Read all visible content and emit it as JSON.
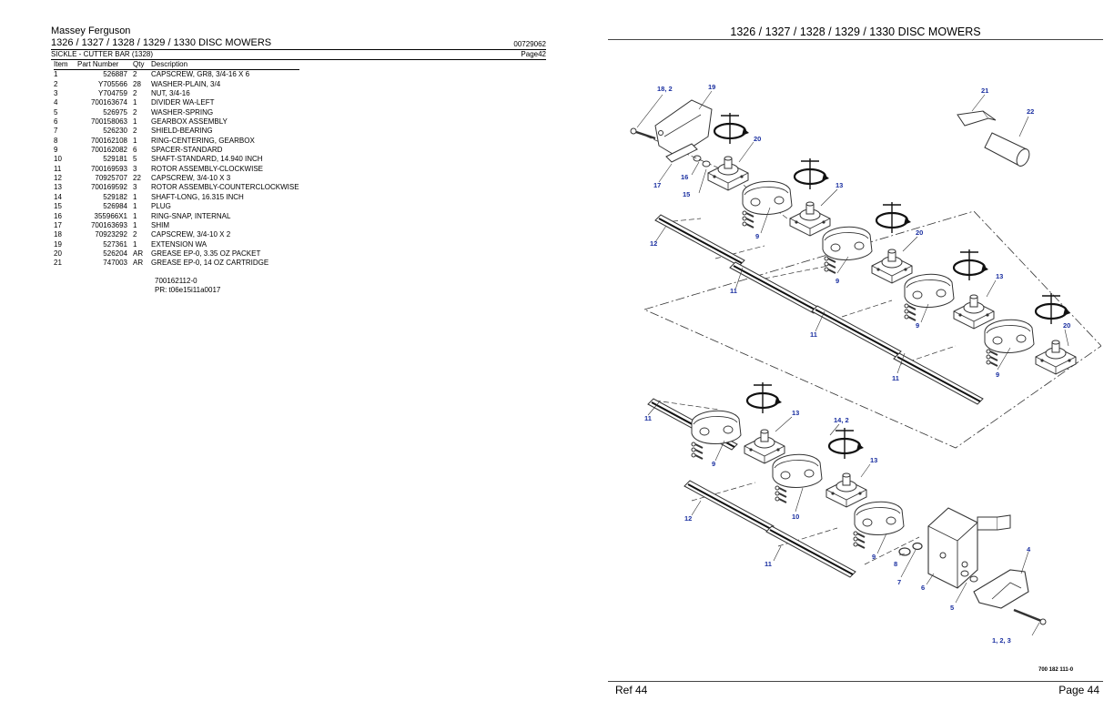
{
  "header": {
    "brand": "Massey Ferguson",
    "title": "1326 / 1327 / 1328 / 1329 / 1330 DISC MOWERS",
    "doc_number": "00729062",
    "section": "SICKLE - CUTTER BAR (1328)",
    "page_label": "Page42"
  },
  "table": {
    "columns": [
      "Item",
      "Part Number",
      "Qty",
      "Description"
    ],
    "rows": [
      [
        "1",
        "526887",
        "2",
        "CAPSCREW, GR8, 3/4-16 X 6"
      ],
      [
        "2",
        "Y705566",
        "28",
        "WASHER-PLAIN, 3/4"
      ],
      [
        "3",
        "Y704759",
        "2",
        "NUT, 3/4-16"
      ],
      [
        "4",
        "700163674",
        "1",
        "DIVIDER WA-LEFT"
      ],
      [
        "5",
        "526975",
        "2",
        "WASHER-SPRING"
      ],
      [
        "6",
        "700158063",
        "1",
        "GEARBOX ASSEMBLY"
      ],
      [
        "7",
        "526230",
        "2",
        "SHIELD-BEARING"
      ],
      [
        "8",
        "700162108",
        "1",
        "RING-CENTERING, GEARBOX"
      ],
      [
        "9",
        "700162082",
        "6",
        "SPACER-STANDARD"
      ],
      [
        "10",
        "529181",
        "5",
        "SHAFT-STANDARD, 14.940 INCH"
      ],
      [
        "11",
        "700169593",
        "3",
        "ROTOR ASSEMBLY-CLOCKWISE"
      ],
      [
        "12",
        "70925707",
        "22",
        "CAPSCREW, 3/4-10 X 3"
      ],
      [
        "13",
        "700169592",
        "3",
        "ROTOR ASSEMBLY-COUNTERCLOCKWISE"
      ],
      [
        "14",
        "529182",
        "1",
        "SHAFT-LONG, 16.315 INCH"
      ],
      [
        "15",
        "526984",
        "1",
        "PLUG"
      ],
      [
        "16",
        "355966X1",
        "1",
        "RING-SNAP, INTERNAL"
      ],
      [
        "17",
        "700163693",
        "1",
        "SHIM"
      ],
      [
        "18",
        "70923292",
        "2",
        "CAPSCREW, 3/4-10 X 2"
      ],
      [
        "19",
        "527361",
        "1",
        "EXTENSION WA"
      ],
      [
        "20",
        "526204",
        "AR",
        "GREASE EP-0, 3.35 OZ PACKET"
      ],
      [
        "21",
        "747003",
        "AR",
        "GREASE EP-0, 14 OZ CARTRIDGE"
      ]
    ]
  },
  "footnotes": {
    "ref_code": "700162112-0",
    "pr_code": "PR: t06e15i11a0017"
  },
  "diagram": {
    "heading": "1326 / 1327 / 1328 / 1329 / 1330 DISC MOWERS",
    "drawing_number": "700 182 111-0",
    "callouts": {
      "c18_2": "18, 2",
      "c19": "19",
      "c21": "21",
      "c22": "22",
      "c20": "20",
      "c17": "17",
      "c16": "16",
      "c15": "15",
      "c13": "13",
      "c12": "12",
      "c9": "9",
      "c11": "11",
      "c10": "10",
      "c14_2": "14, 2",
      "c8": "8",
      "c7": "7",
      "c6": "6",
      "c5": "5",
      "c4": "4",
      "c1_2_3": "1, 2, 3"
    },
    "colors": {
      "callout": "#1a2fa0",
      "line": "#333333"
    }
  },
  "footer": {
    "ref": "Ref   44",
    "page": "Page   44"
  }
}
